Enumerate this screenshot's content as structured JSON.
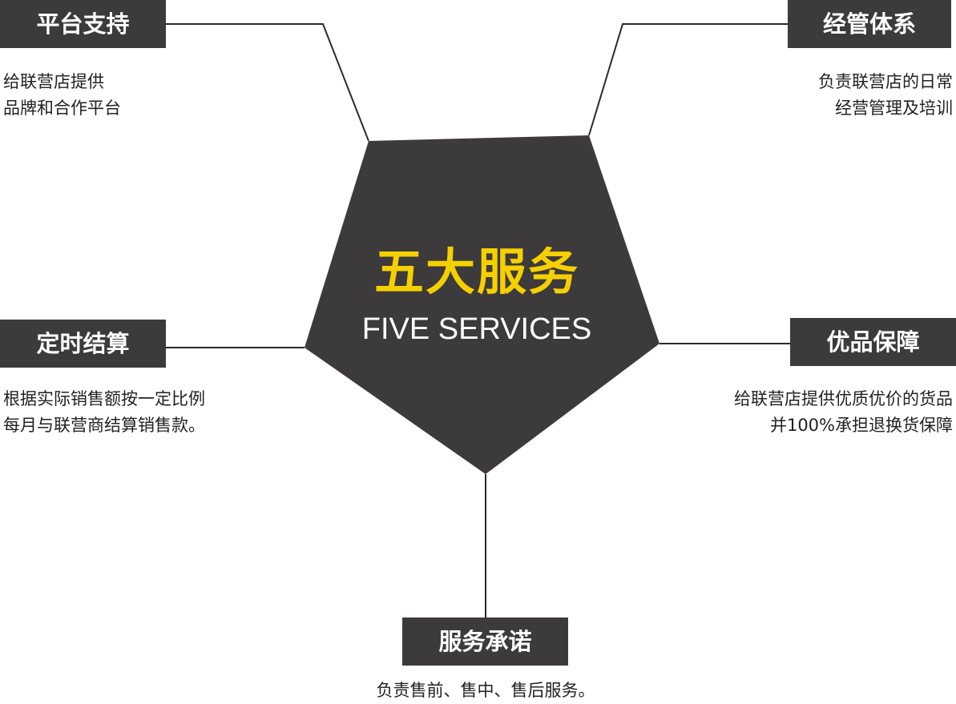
{
  "center": {
    "title": "五大服务",
    "subtitle": "FIVE SERVICES"
  },
  "colors": {
    "pentagon_fill": "#3d3a3b",
    "label_fill": "#3d3a3b",
    "title_yellow": "#f5d000",
    "line": "#2b2b2b"
  },
  "services": {
    "platform": {
      "label": "平台支持",
      "lines": [
        "给联营店提供",
        "品牌和合作平台"
      ]
    },
    "management": {
      "label": "经管体系",
      "lines": [
        "负责联营店的日常",
        "经营管理及培训"
      ]
    },
    "settlement": {
      "label": "定时结算",
      "lines": [
        "根据实际销售额按一定比例",
        "每月与联营商结算销售款。"
      ]
    },
    "quality": {
      "label": "优品保障",
      "lines": [
        "给联营店提供优质优价的货品",
        "并100%承担退换货保障"
      ]
    },
    "commitment": {
      "label": "服务承诺",
      "lines": [
        "负责售前、售中、售后服务。"
      ]
    }
  }
}
